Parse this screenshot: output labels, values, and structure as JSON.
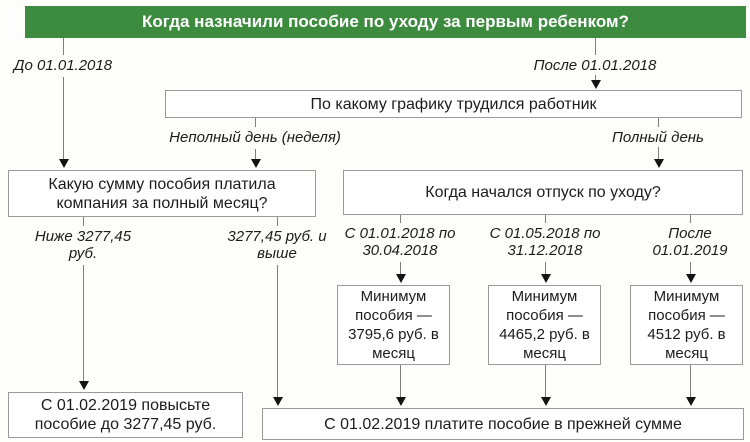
{
  "colors": {
    "header_bg": "#3c8b3f",
    "header_text": "#ffffff",
    "box_border": "#999999",
    "connector_line": "#7e7e7e",
    "arrowhead": "#141414",
    "text": "#1c1c1c"
  },
  "header": {
    "title": "Когда назначили пособие по уходу за первым ребенком?"
  },
  "labels": {
    "before": "До 01.01.2018",
    "after": "После 01.01.2018",
    "part_time": "Неполный день (неделя)",
    "full_time": "Полный день",
    "below_min": "Ниже 3277,45 руб.",
    "above_min": "3277,45 руб. и выше",
    "period_1": "С 01.01.2018 по 30.04.2018",
    "period_2": "С 01.05.2018 по 31.12.2018",
    "period_3": "После 01.01.2019"
  },
  "boxes": {
    "schedule": "По какому графику трудился работник",
    "amount": "Какую сумму пособия платила компания за полный месяц?",
    "leave_start": "Когда начался отпуск по уходу?",
    "min_1": "Минимум пособия — 3795,6 руб. в месяц",
    "min_2": "Минимум пособия — 4465,2 руб. в месяц",
    "min_3": "Минимум пособия — 4512 руб. в месяц",
    "result_raise": "С 01.02.2019 повысьте пособие до 3277,45 руб.",
    "result_keep": "С 01.02.2019 платите пособие в прежней сумме"
  }
}
